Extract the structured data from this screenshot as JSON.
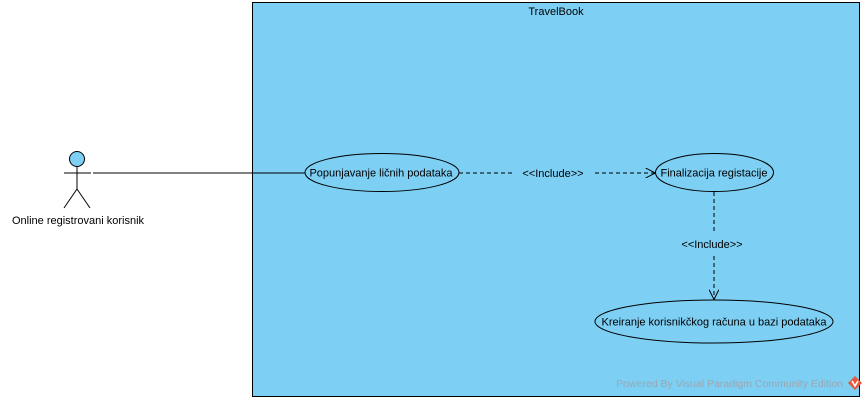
{
  "system": {
    "title": "TravelBook"
  },
  "actor": {
    "name": "Online registrovani korisnik"
  },
  "use_cases": {
    "personal_data": "Popunjavanje ličnih podataka",
    "finalize": "Finalizacija registacije",
    "create_account": "Kreiranje korisnikčkog računa u bazi podataka"
  },
  "relations": {
    "include_1": "<<Include>>",
    "include_2": "<<Include>>"
  },
  "watermark": {
    "text": "Powered By  Visual Paradigm Community Edition"
  },
  "colors": {
    "system_fill": "#7dcff4",
    "actor_head": "#7dcff4",
    "use_case_fill": "#7dcff4",
    "line": "#000000"
  },
  "icons": {
    "watermark_logo": "visual-paradigm-logo-icon"
  }
}
